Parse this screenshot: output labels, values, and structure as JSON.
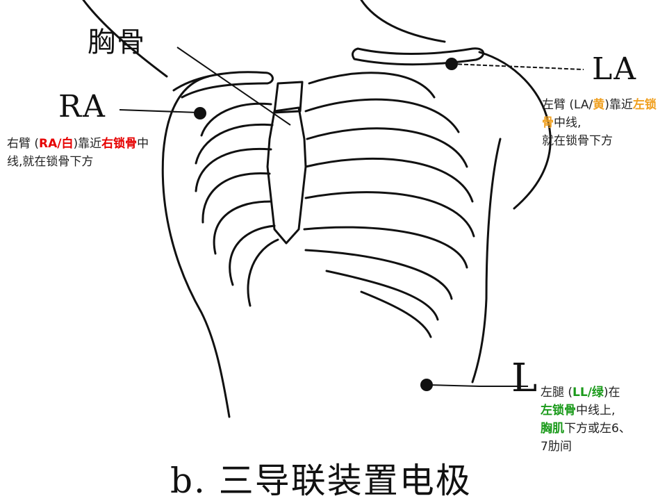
{
  "labels": {
    "sternum": "胸骨",
    "ra": "RA",
    "la": "LA",
    "ll": "L",
    "caption": "b. 三导联装置电极"
  },
  "annotations": {
    "ra": {
      "p1": "右臂 (",
      "code": "RA/",
      "color_word": "白",
      "p2": ")靠近",
      "side": "右锁骨",
      "p3": "中线,就在锁骨下方"
    },
    "la": {
      "p1": "左臂 (LA/",
      "color_word": "黄",
      "p2": ")靠近",
      "side": "左锁骨",
      "p3": "中线,",
      "line3": "就在锁骨下方"
    },
    "ll": {
      "p1": "左腿 (",
      "code": "LL/",
      "color_word": "绿",
      "p2": ")在",
      "side": "左锁骨",
      "p3": "中线上,",
      "muscle": "胸肌",
      "p4": "下方或左6、",
      "line4": "7肋间"
    }
  },
  "colors": {
    "white_electrode_text": "#e60000",
    "yellow_electrode_text": "#f0a020",
    "green_electrode_text": "#1a9a1a",
    "line_art": "#111111"
  }
}
